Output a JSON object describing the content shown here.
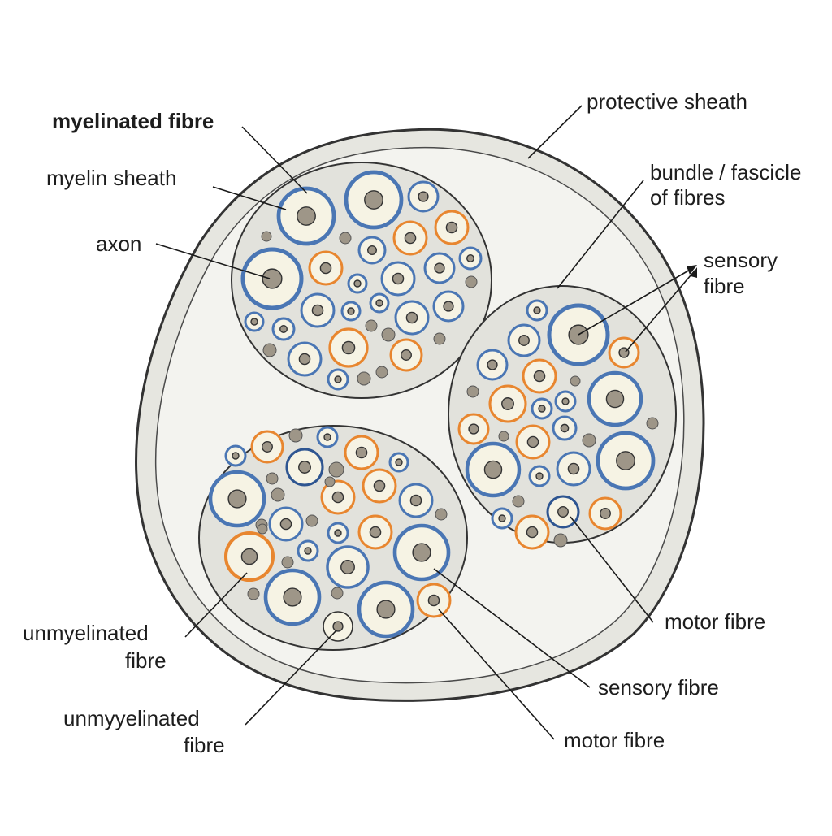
{
  "labels": {
    "myelinated_fibre": "myelinated fibre",
    "myelin_sheath": "myelin sheath",
    "axon": "axon",
    "protective_sheath": "protective sheath",
    "bundle_line1": "bundle / fascicle",
    "bundle_line2": "of fibres",
    "sensory_top_line1": "sensory",
    "sensory_top_line2": "fibre",
    "unmyelinated_line1": "unmyelinated",
    "unmyelinated_line2": "fibre",
    "unmyyelinated_line1": "unmyyelinated",
    "unmyyelinated_line2": "fibre",
    "motor_fibre_right": "motor fibre",
    "sensory_fibre_bottom": "sensory fibre",
    "motor_fibre_bottom": "motor fibre"
  },
  "colors": {
    "outer_fill": "#e6e6e0",
    "inner_fill": "#f3f3ef",
    "fascicle_fill": "#e2e2dc",
    "outline": "#333333",
    "myelin_blue": "#4a76b4",
    "myelin_orange": "#e8862f",
    "myelin_navy": "#2e5591",
    "fibre_fill": "#f6f3e4",
    "axon_fill": "#9e9688"
  }
}
